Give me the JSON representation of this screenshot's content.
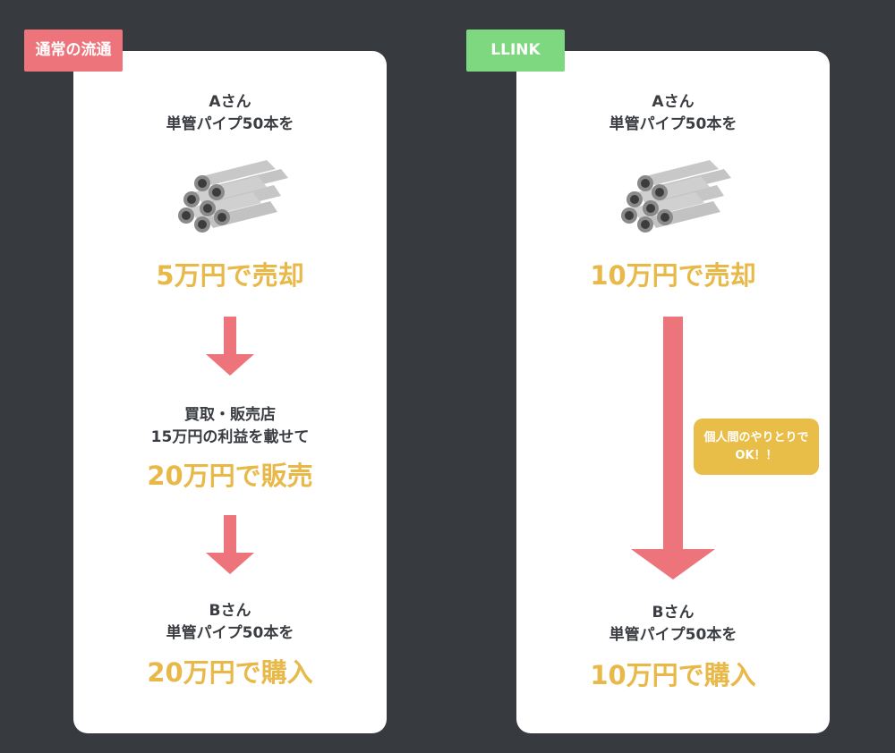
{
  "left": {
    "tag": "通常の流通",
    "seller_name": "Aさん",
    "seller_item": "単管パイプ50本を",
    "sell_price": "5万円で売却",
    "shop_line1": "買取・販売店",
    "shop_line2": "15万円の利益を載せて",
    "shop_price": "20万円で販売",
    "buyer_name": "Bさん",
    "buyer_item": "単管パイプ50本を",
    "buy_price": "20万円で購入"
  },
  "right": {
    "tag": "LLINK",
    "seller_name": "Aさん",
    "seller_item": "単管パイプ50本を",
    "sell_price": "10万円で売却",
    "badge_line1": "個人間のやりとりで",
    "badge_line2": "OK！！",
    "buyer_name": "Bさん",
    "buyer_item": "単管パイプ50本を",
    "buy_price": "10万円で購入"
  },
  "colors": {
    "background": "#373a3f",
    "card": "#ffffff",
    "tag_normal": "#ee747b",
    "tag_llink": "#7dd87f",
    "price_text": "#e8b949",
    "arrow": "#ee747b",
    "badge": "#e8be48"
  },
  "icons": [
    "pipe-bundle-icon",
    "down-arrow-icon"
  ]
}
